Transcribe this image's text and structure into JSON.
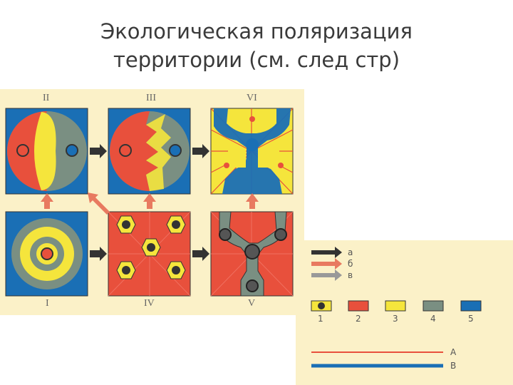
{
  "title_line1": "Экологическая поляризация",
  "title_line2": "территории (см. след стр)",
  "panels": {
    "top_left": "II",
    "top_mid": "III",
    "top_right": "VI",
    "bottom_left": "I",
    "bottom_mid": "IV",
    "bottom_right": "V"
  },
  "legend": {
    "arrows": [
      "а",
      "б",
      "в"
    ],
    "swatches": [
      "1",
      "2",
      "3",
      "4",
      "5"
    ],
    "lines": [
      "А",
      "В"
    ]
  },
  "colors": {
    "red": "#e8503c",
    "yellow": "#f5e53c",
    "gray": "#7a8f82",
    "blue": "#1a6fb5",
    "background": "#fbf1c8",
    "dark_arrow": "#333333",
    "pink_arrow": "#e87a60"
  }
}
